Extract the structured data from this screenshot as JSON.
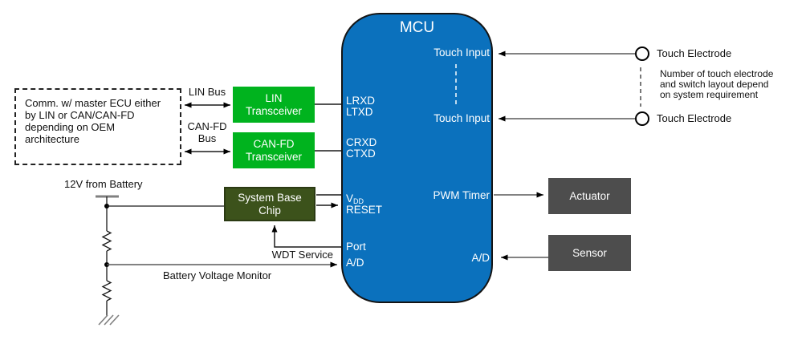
{
  "mcu": {
    "title": "MCU",
    "pin_lrxd": "LRXD",
    "pin_ltxd": "LTXD",
    "pin_crxd": "CRXD",
    "pin_ctxd": "CTXD",
    "pin_vdd_base": "V",
    "pin_vdd_sub": "DD",
    "pin_reset": "RESET",
    "pin_port": "Port",
    "pin_ad_left": "A/D",
    "pin_touch_1": "Touch Input",
    "pin_touch_2": "Touch Input",
    "pin_pwm": "PWM Timer",
    "pin_ad_right": "A/D"
  },
  "comm_note": "Comm. w/ master ECU either\nby LIN or CAN/CAN-FD\ndepending on OEM\narchitecture",
  "bus": {
    "lin": "LIN Bus",
    "canfd": "CAN-FD\nBus"
  },
  "blocks": {
    "lin_transceiver": "LIN\nTransceiver",
    "canfd_transceiver": "CAN-FD\nTransceiver",
    "system_base_chip": "System Base\nChip",
    "actuator": "Actuator",
    "sensor": "Sensor"
  },
  "power": {
    "battery": "12V from Battery",
    "wdt_service": "WDT Service",
    "battery_voltage_monitor": "Battery Voltage Monitor"
  },
  "touch": {
    "electrode_1": "Touch Electrode",
    "electrode_2": "Touch Electrode",
    "note": "Number of touch electrode\nand switch layout depend\non system requirement"
  },
  "colors": {
    "mcu_fill": "#0b71bd",
    "transceiver_fill": "#00b31e",
    "sbc_fill": "#3c521b",
    "device_fill": "#4d4d4d",
    "line_gray": "#595959"
  }
}
